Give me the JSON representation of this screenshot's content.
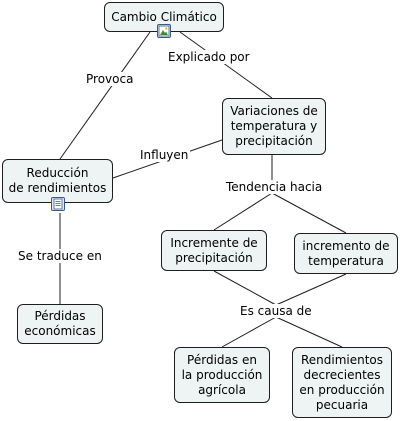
{
  "nodes": {
    "cambio": "Cambio Climático",
    "variaciones": "Variaciones de\ntemperatura y\nprecipitación",
    "reduccion": "Reducción\nde rendimientos",
    "perdidas_eco": "Pérdidas\neconómicas",
    "incremente_precip": "Incremente de\nprecipitación",
    "incremento_temp": "incremento de\ntemperatura",
    "perdidas_agricola": "Pérdidas en\nla producción\nagrícola",
    "rendimientos_pecuaria": "Rendimientos\ndecrecientes\nen producción\npecuaria"
  },
  "links": {
    "provoca": "Provoca",
    "explicado_por": "Explicado por",
    "influyen": "Influyen",
    "tendencia_hacia": "Tendencia hacia",
    "se_traduce_en": "Se traduce en",
    "es_causa_de": "Es causa de"
  },
  "icons": [
    "image-resource-icon",
    "document-resource-icon"
  ],
  "colors": {
    "node_fill": "#eef3f4",
    "node_border": "#1e1e1e",
    "line": "#1e1e1e"
  }
}
